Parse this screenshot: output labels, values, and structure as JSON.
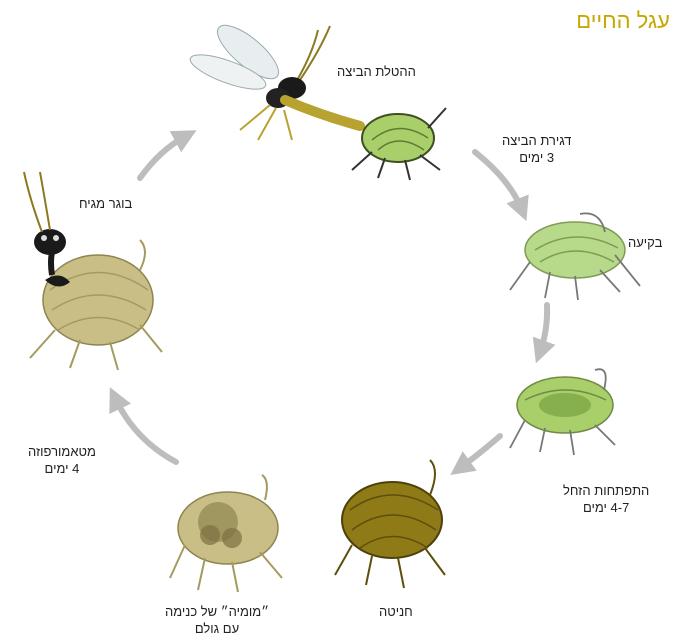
{
  "title": "עגל החיים",
  "stages": {
    "oviposition": "ההטלת הביצה",
    "egg_incubation": {
      "line1": "דגירת הביצה",
      "line2": "3 ימים"
    },
    "hatching": "בקיעה",
    "larva_development": {
      "line1": "התפתחות הזחל",
      "line2": "4-7 ימים"
    },
    "suffocation": "חניטה",
    "mummy": {
      "line1": "״מומיה״ של כנימה",
      "line2": "עם גולם"
    },
    "metamorphosis": {
      "line1": "מטאמורפוזה",
      "line2": "4 ימים"
    },
    "adult": "בוגר מגיח"
  },
  "colors": {
    "title": "#c8a800",
    "arrow": "#bdbdbd",
    "aphid_green": "#a8cf6a",
    "aphid_green_outline": "#5f7a34",
    "mummy_tan": "#c9bf86",
    "mummy_outline": "#8e8450",
    "dark_olive": "#8e7a16",
    "wasp_black": "#1a1a1a",
    "wasp_yellow": "#b8a330"
  },
  "icons": [
    "wasp-icon",
    "aphid-icon",
    "arrow-icon"
  ]
}
